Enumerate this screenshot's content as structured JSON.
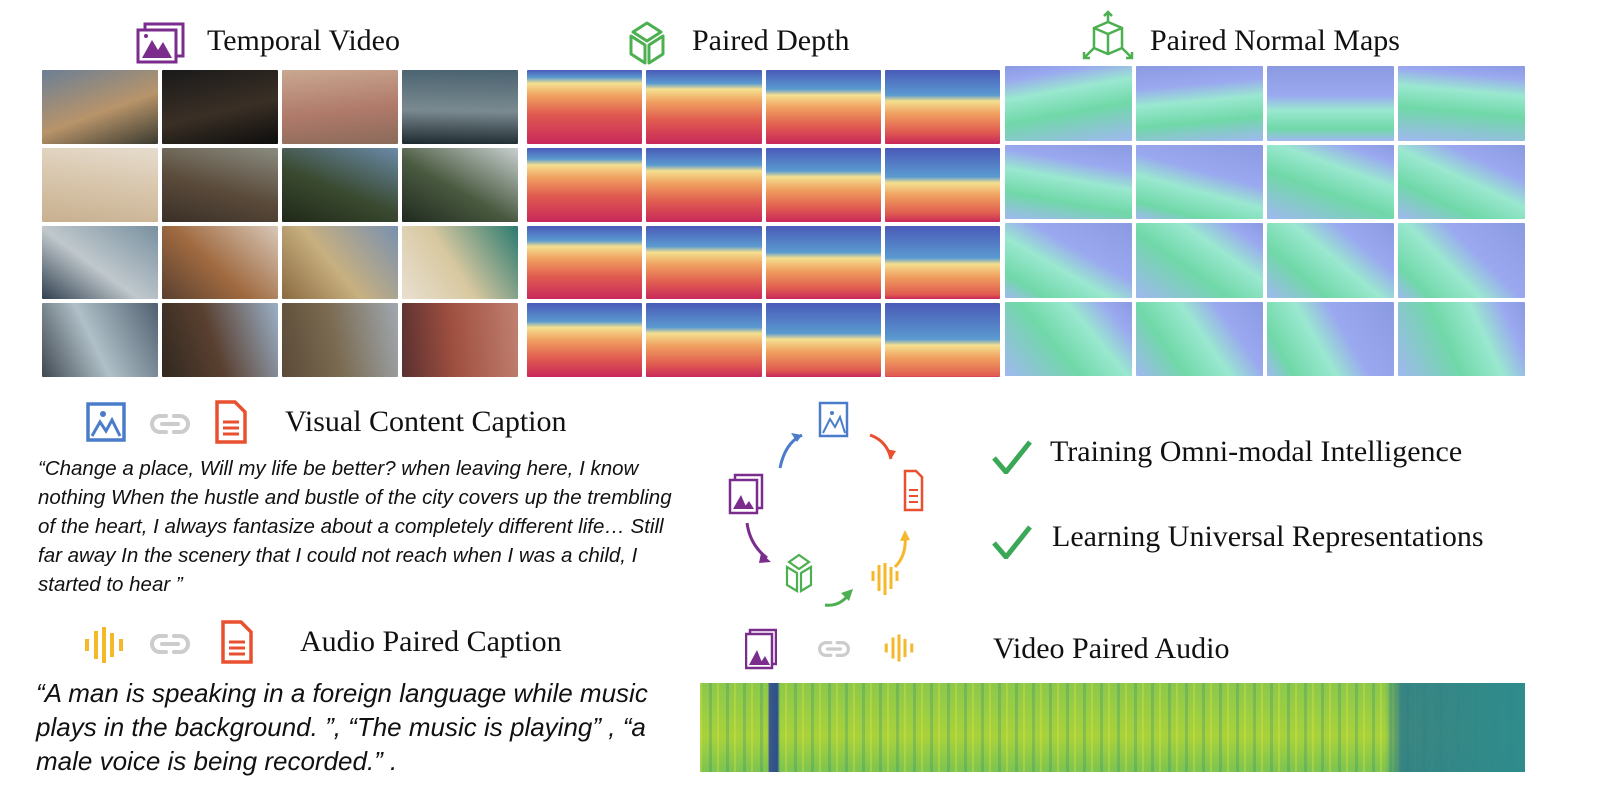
{
  "sections": {
    "temporal_video": {
      "title": "Temporal Video",
      "icon": "video-frames-icon",
      "color": "#7b2d8e"
    },
    "paired_depth": {
      "title": "Paired Depth",
      "icon": "cube-icon",
      "color": "#4caf50"
    },
    "paired_normal": {
      "title": "Paired Normal Maps",
      "icon": "cube-arrows-icon",
      "color": "#4caf50"
    }
  },
  "visual_caption": {
    "title": "Visual Content Caption",
    "text": "“Change a place, Will my life be better? when leaving here, I know nothing When the hustle and bustle of the city covers up the trembling of the heart, I always fantasize about a completely different life… Still far away In the scenery that I could not reach when I was a child, I started to hear ”"
  },
  "audio_caption": {
    "title": "Audio Paired Caption",
    "text": "“A man is speaking in a foreign language while music plays in the background. ”,  “The music is playing” , “a male voice is being recorded.” ."
  },
  "benefits": [
    "Training Omni-modal Intelligence",
    "Learning Universal Representations"
  ],
  "video_audio": {
    "title": "Video Paired Audio"
  },
  "colors": {
    "image": "#4a7cc9",
    "text": "#e8502f",
    "audio": "#f5b82a",
    "video": "#7b2d8e",
    "depth": "#4caf50",
    "link": "#cccccc",
    "check": "#3aa856"
  }
}
